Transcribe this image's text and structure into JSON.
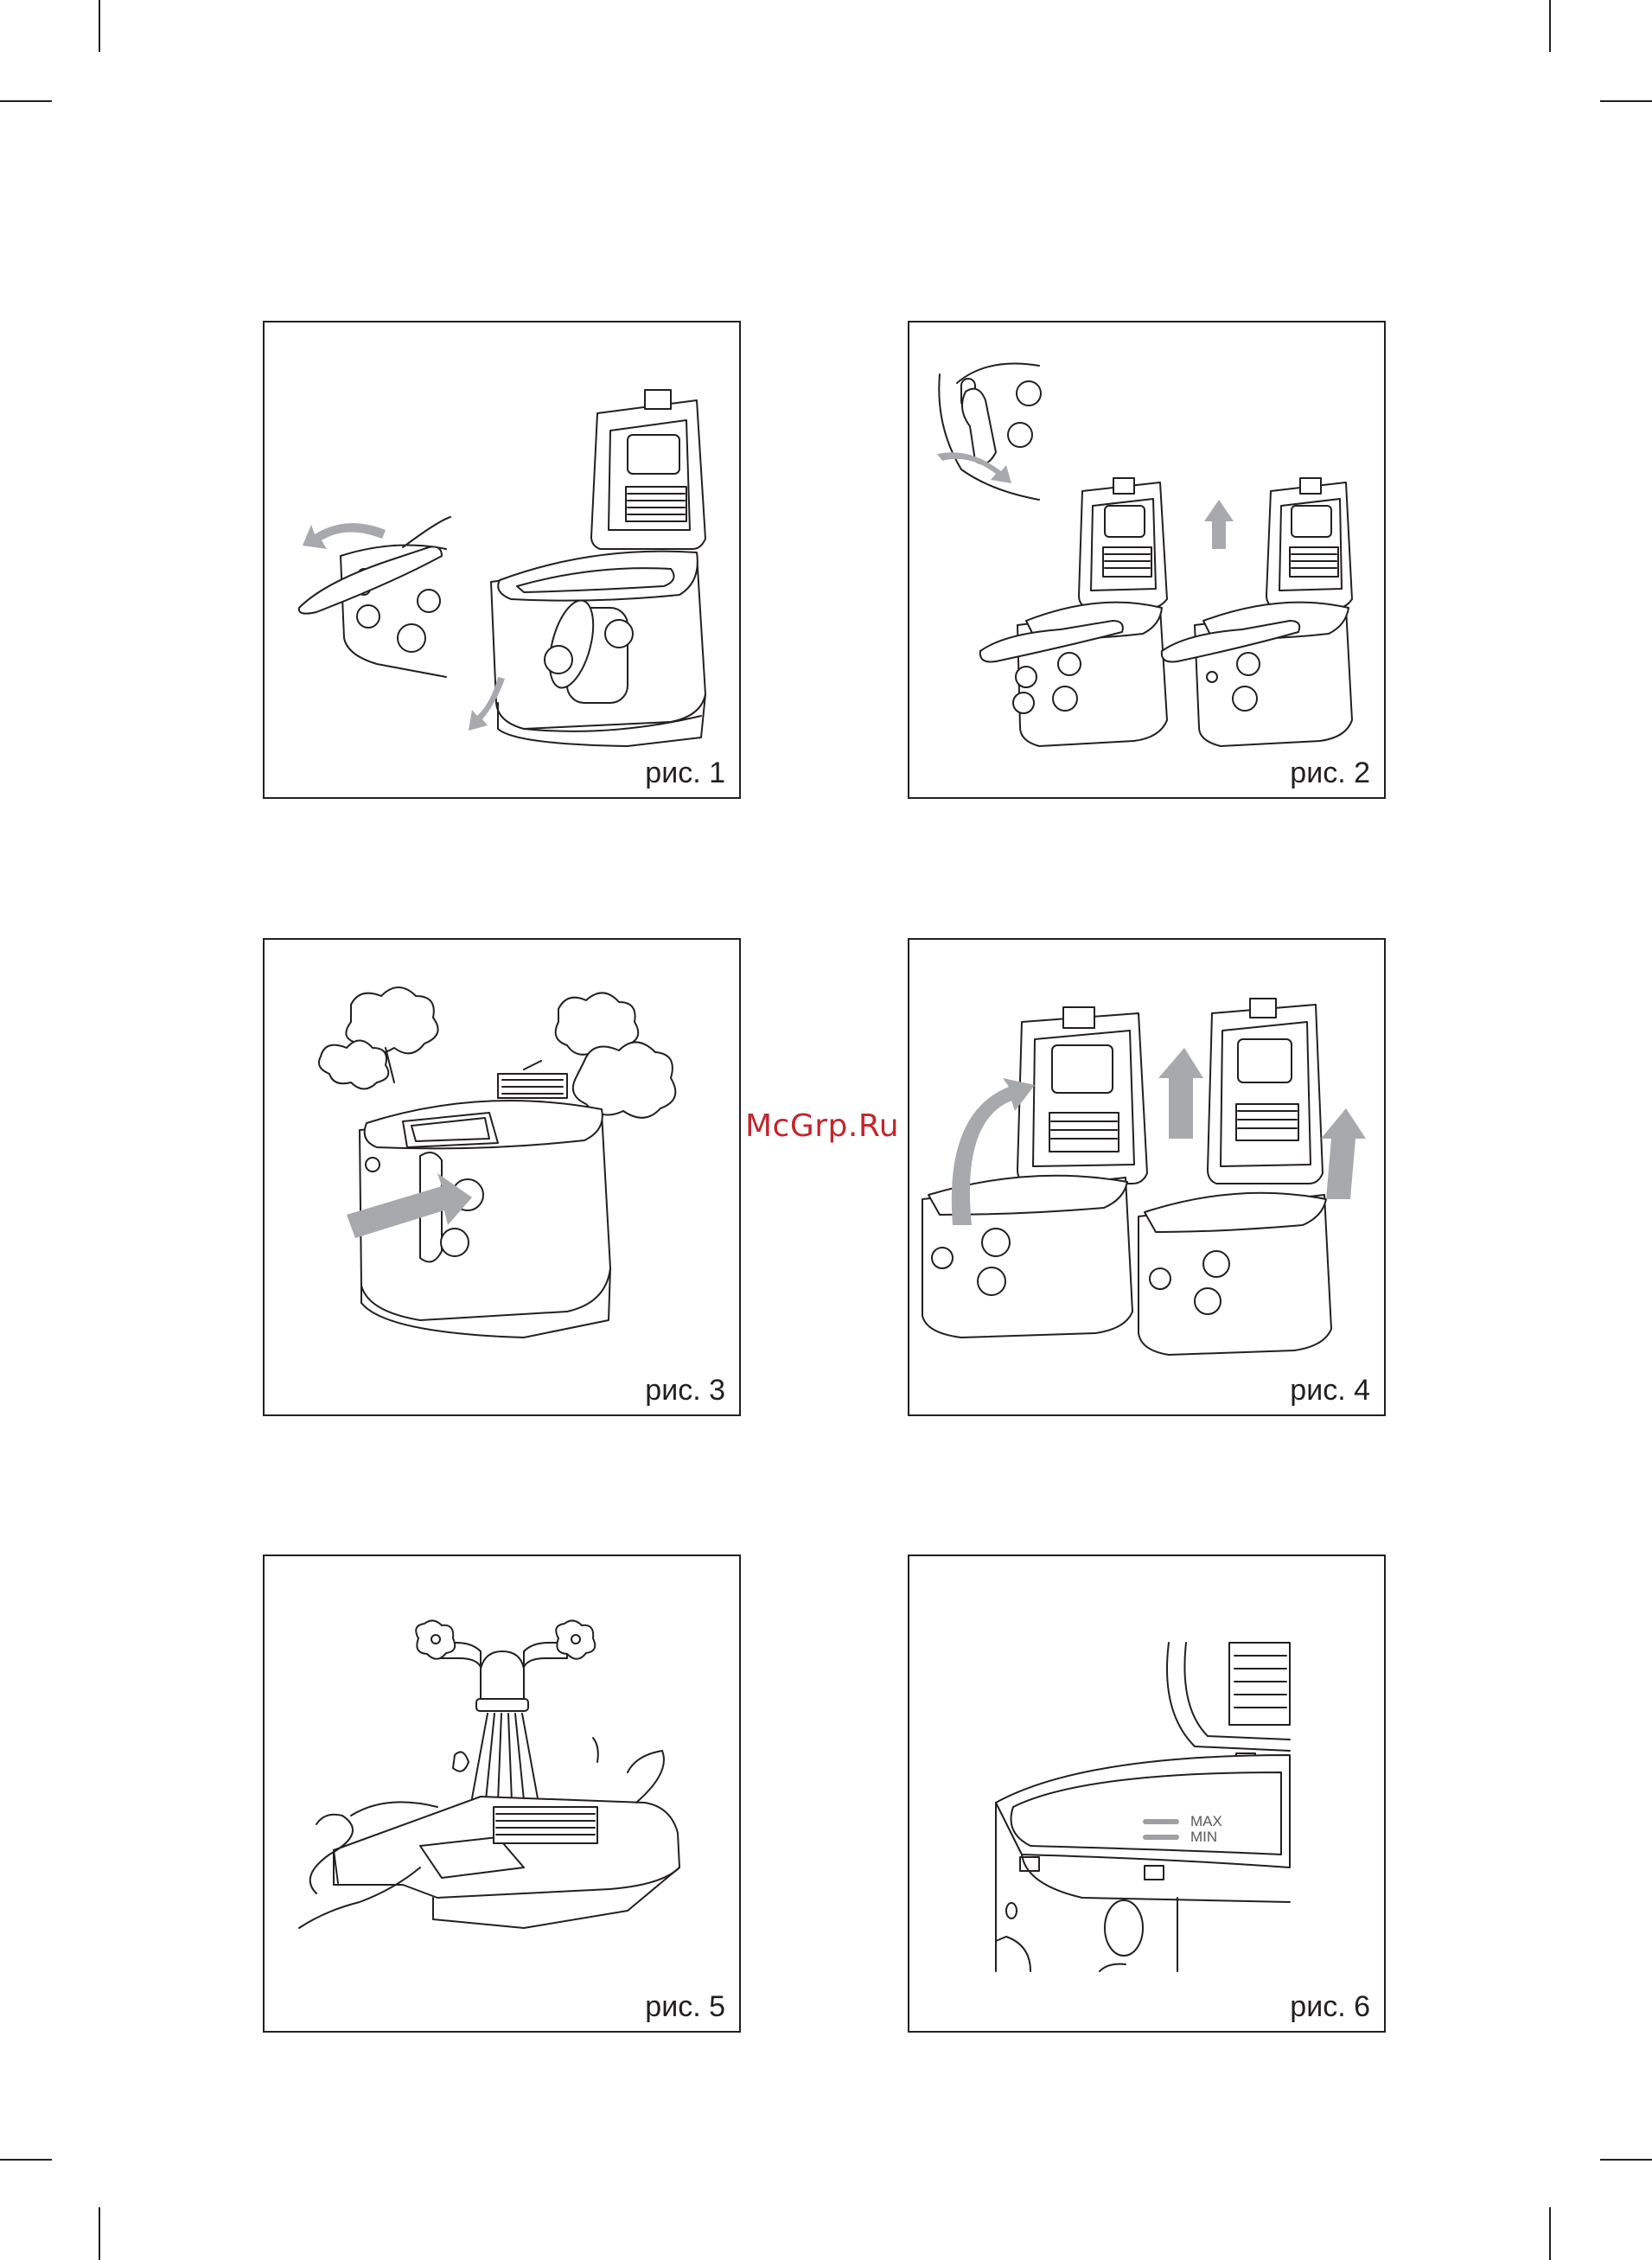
{
  "figures": [
    {
      "id": 1,
      "caption": "рис. 1"
    },
    {
      "id": 2,
      "caption": "рис. 2"
    },
    {
      "id": 3,
      "caption": "рис. 3"
    },
    {
      "id": 4,
      "caption": "рис. 4"
    },
    {
      "id": 5,
      "caption": "рис. 5"
    },
    {
      "id": 6,
      "caption": "рис. 6",
      "level_marks": {
        "max_label": "MAX",
        "min_label": "MIN"
      }
    }
  ],
  "watermark": "McGrp.Ru",
  "colors": {
    "line": "#231f20",
    "arrow": "#a7a9ac",
    "watermark": "#c2272d"
  }
}
